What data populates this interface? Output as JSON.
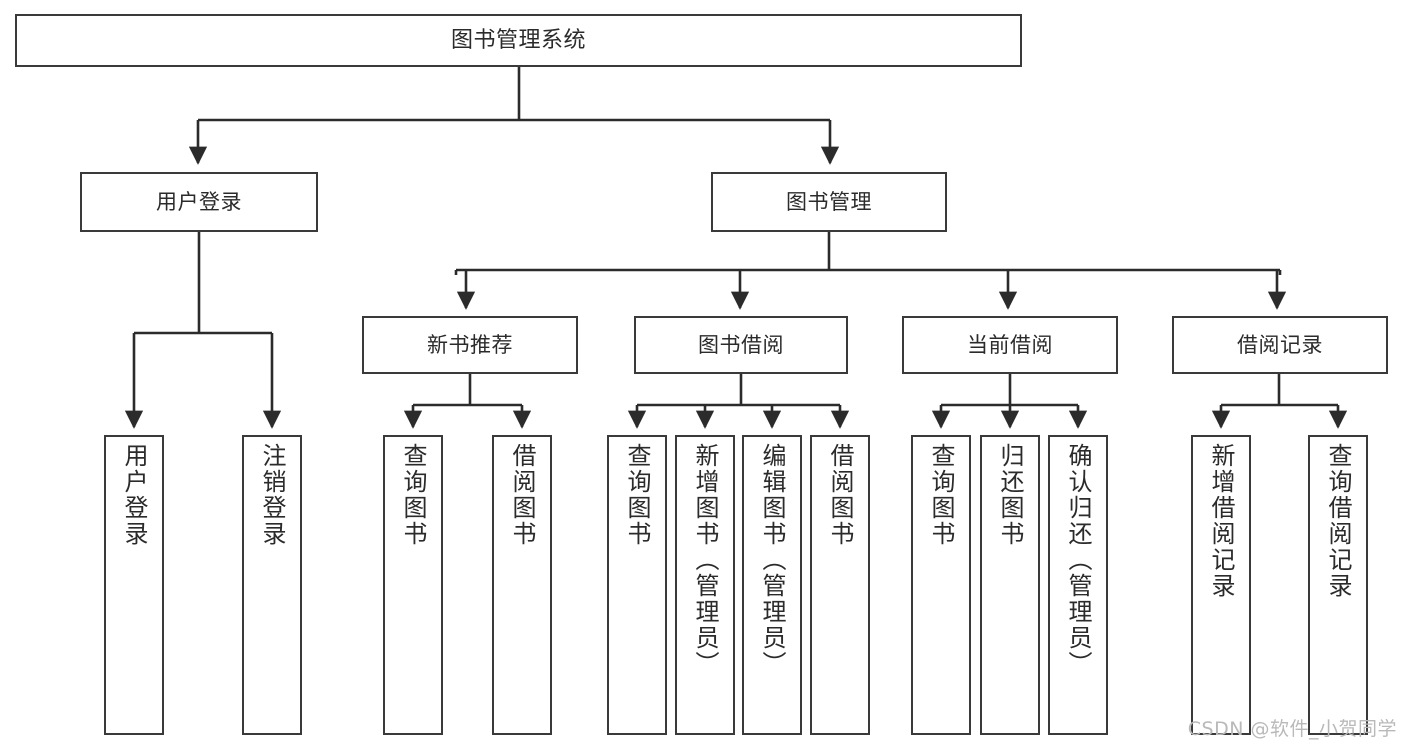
{
  "diagram": {
    "type": "tree-hierarchy",
    "title": "图书管理系统",
    "orientation": "top-down",
    "colors": {
      "box_border": "#3a3a3a",
      "box_fill": "#ffffff",
      "connector": "#2b2b2b",
      "text": "#2b2b2b",
      "watermark": "#b9b9b9",
      "background": "#ffffff"
    },
    "root": {
      "id": "root",
      "label": "图书管理系统"
    },
    "level2": [
      {
        "id": "user-login",
        "label": "用户登录"
      },
      {
        "id": "book-management",
        "label": "图书管理"
      }
    ],
    "level3": [
      {
        "id": "new-book-recommend",
        "label": "新书推荐",
        "parent": "book-management"
      },
      {
        "id": "book-borrow",
        "label": "图书借阅",
        "parent": "book-management"
      },
      {
        "id": "current-borrow",
        "label": "当前借阅",
        "parent": "book-management"
      },
      {
        "id": "borrow-record",
        "label": "借阅记录",
        "parent": "book-management"
      }
    ],
    "leaves": {
      "user_login": [
        {
          "id": "leaf-user-login",
          "label": "用户登录"
        },
        {
          "id": "leaf-logout-login",
          "label": "注销登录"
        }
      ],
      "new_book_recommend": [
        {
          "id": "leaf-query-book-1",
          "label": "查询图书"
        },
        {
          "id": "leaf-borrow-book-1",
          "label": "借阅图书"
        }
      ],
      "book_borrow": [
        {
          "id": "leaf-query-book-2",
          "label": "查询图书"
        },
        {
          "id": "leaf-add-book",
          "label": "新增图书（管理员）"
        },
        {
          "id": "leaf-edit-book",
          "label": "编辑图书（管理员）"
        },
        {
          "id": "leaf-borrow-book-2",
          "label": "借阅图书"
        }
      ],
      "current_borrow": [
        {
          "id": "leaf-query-book-3",
          "label": "查询图书"
        },
        {
          "id": "leaf-return-book",
          "label": "归还图书"
        },
        {
          "id": "leaf-confirm-return",
          "label": "确认归还（管理员）"
        }
      ],
      "borrow_record": [
        {
          "id": "leaf-add-record",
          "label": "新增借阅记录"
        },
        {
          "id": "leaf-query-record",
          "label": "查询借阅记录"
        }
      ]
    }
  },
  "watermark": {
    "text": "CSDN @软件_小贺同学"
  }
}
